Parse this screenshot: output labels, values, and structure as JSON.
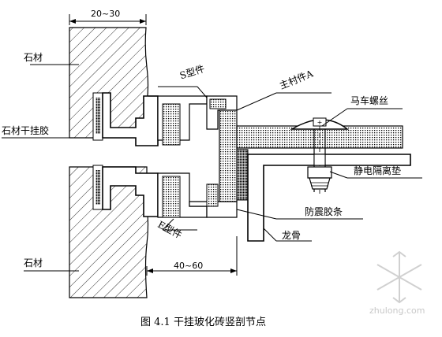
{
  "dimensions": {
    "top": "20~30",
    "bottom": "40~60"
  },
  "labels": {
    "stone_top": "石材",
    "s_part": "S型件",
    "main_connector": "主村件A",
    "bolt": "马车螺丝",
    "dry_hang_glue": "石材干挂胶",
    "insulation_pad": "静电隔离垫",
    "e_part": "E型件",
    "damping_strip": "防震胶条",
    "keel": "龙骨",
    "stone_bottom": "石材"
  },
  "caption": "图 4.1 干挂玻化砖竖剖节点",
  "watermark": "zhulong.com",
  "colors": {
    "line": "#000000",
    "hatch": "#000000",
    "watermark": "#c8c8c8"
  }
}
